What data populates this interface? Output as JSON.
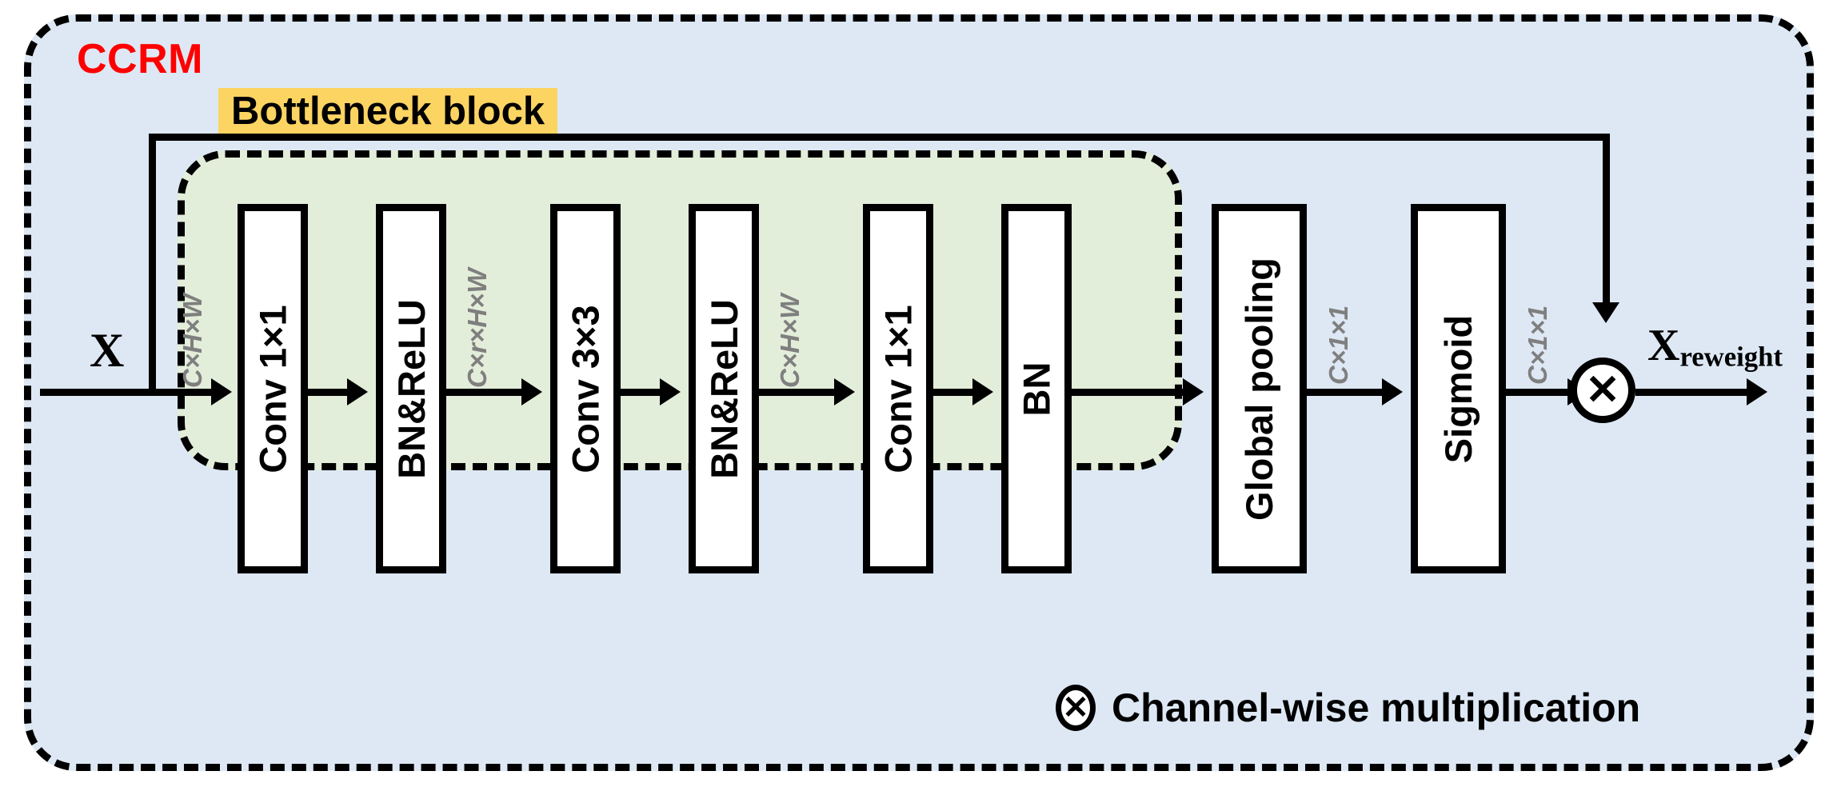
{
  "diagram": {
    "outer_module": {
      "name": "CCRM",
      "label_color": "#fe0000",
      "fill_color": "#dde8f4",
      "border_style": "dashed"
    },
    "inner_module": {
      "name": "Bottleneck block",
      "tag_color": "#fcd462",
      "fill_color": "#e3eeda",
      "border_style": "dashed"
    },
    "input_label": "X",
    "output_label": "X",
    "output_subscript": "reweight",
    "blocks": [
      {
        "label": "Conv 1×1",
        "group": "bottleneck"
      },
      {
        "label": "BN&ReLU",
        "group": "bottleneck"
      },
      {
        "label": "Conv 3×3",
        "group": "bottleneck"
      },
      {
        "label": "BN&ReLU",
        "group": "bottleneck"
      },
      {
        "label": "Conv 1×1",
        "group": "bottleneck"
      },
      {
        "label": "BN",
        "group": "bottleneck"
      },
      {
        "label": "Global pooling",
        "group": "attention"
      },
      {
        "label": "Sigmoid",
        "group": "attention"
      }
    ],
    "dimension_tags": [
      {
        "text": "C×H×W",
        "after": "input"
      },
      {
        "text": "C×r×H×W",
        "after": "BN&ReLU"
      },
      {
        "text": "C×H×W",
        "after": "BN&ReLU"
      },
      {
        "text": "C×1×1",
        "after": "Global pooling"
      },
      {
        "text": "C×1×1",
        "after": "Sigmoid"
      }
    ],
    "operator": {
      "symbol": "✕",
      "shape": "circle"
    },
    "legend": {
      "symbol": "✕",
      "text": "Channel-wise multiplication"
    }
  }
}
